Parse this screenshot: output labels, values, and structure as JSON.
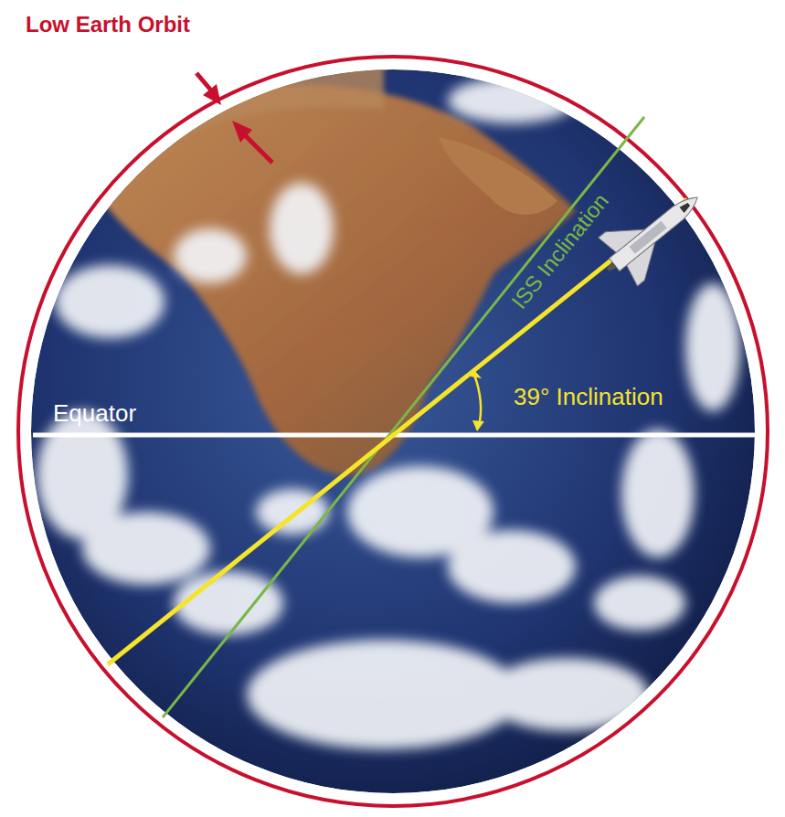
{
  "diagram": {
    "labels": [
      "Low Earth Orbit",
      "ISS Inclination",
      "39° Inclination",
      "Equator"
    ]
  }
}
